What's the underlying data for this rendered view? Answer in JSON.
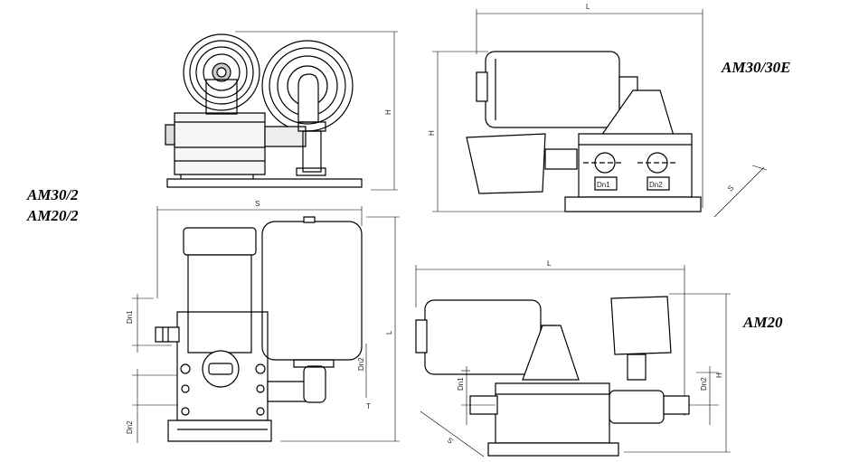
{
  "labels": {
    "am30_30e": "AM30/30E",
    "am30_2": "AM30/2",
    "am20_2": "AM20/2",
    "am20": "AM20"
  },
  "dimensions": {
    "L": "L",
    "H": "H",
    "S": "S",
    "T": "T",
    "dn1": "Dn1",
    "dn2": "Dn2"
  }
}
